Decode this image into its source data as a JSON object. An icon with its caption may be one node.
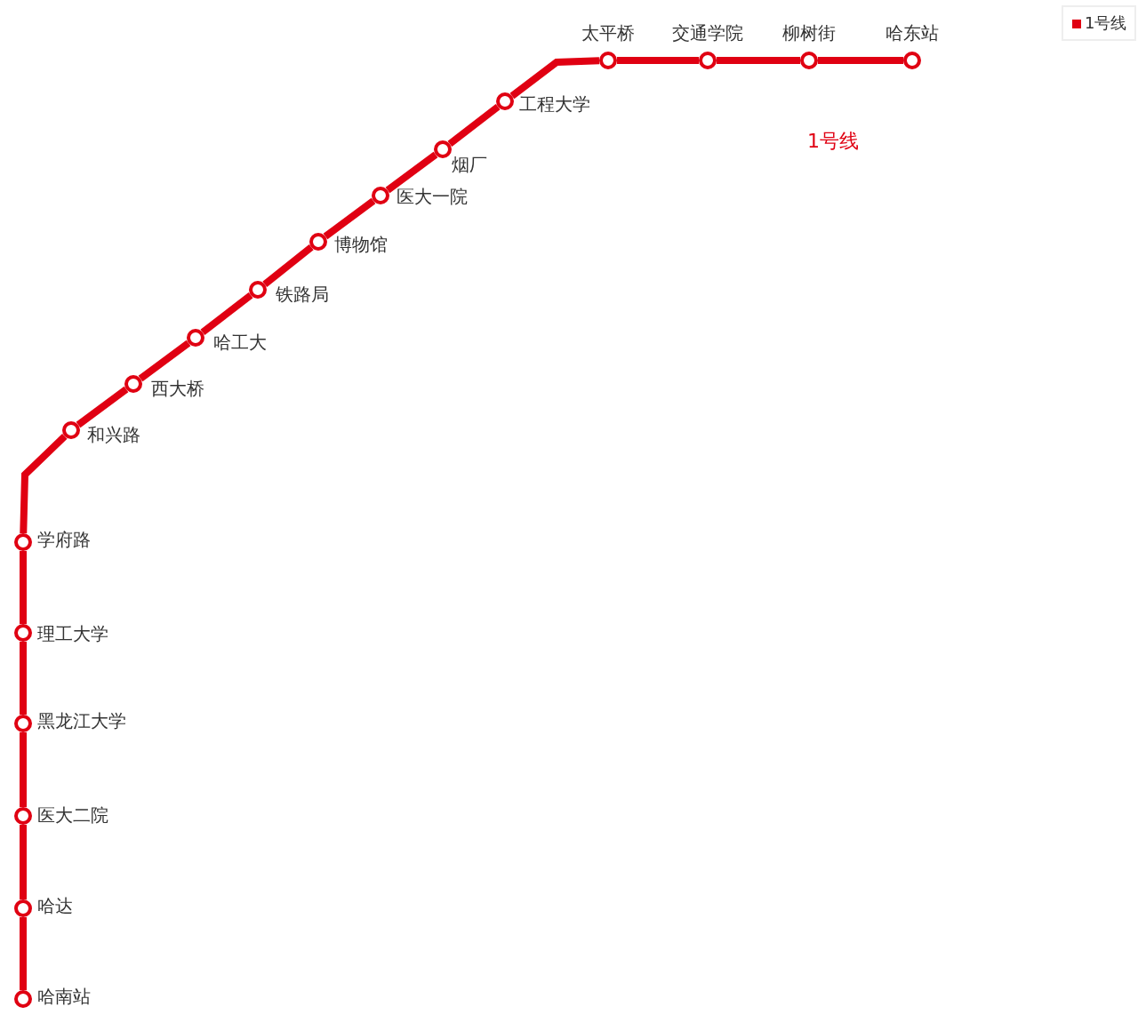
{
  "diagram": {
    "nodes": [
      {
        "text": [
          "太平桥"
        ]
      },
      {
        "text": [
          "交通学院"
        ]
      },
      {
        "text": [
          "柳树街"
        ]
      },
      {
        "text": [
          "哈东站"
        ]
      },
      {
        "text": [
          "工程大学"
        ]
      },
      {
        "text": [
          "烟厂"
        ]
      },
      {
        "text": [
          "医大一院"
        ]
      },
      {
        "text": [
          "博物馆"
        ]
      },
      {
        "text": [
          "铁路局"
        ]
      },
      {
        "text": [
          "哈工大"
        ]
      },
      {
        "text": [
          "西大桥"
        ]
      },
      {
        "text": [
          "和兴路"
        ]
      },
      {
        "text": [
          "学府路"
        ]
      },
      {
        "text": [
          "理工大学"
        ]
      },
      {
        "text": [
          "黑龙江大学"
        ]
      },
      {
        "text": [
          "医大二院"
        ]
      },
      {
        "text": [
          "哈达"
        ]
      },
      {
        "text": [
          "哈南站"
        ]
      }
    ],
    "edges": [
      {
        "from": 0,
        "to": 1,
        "arrow": "none"
      },
      {
        "from": 1,
        "to": 2,
        "arrow": "none"
      },
      {
        "from": 2,
        "to": 3,
        "arrow": "none"
      },
      {
        "from": 4,
        "to": 0,
        "arrow": "none"
      },
      {
        "from": 5,
        "to": 4,
        "arrow": "none"
      },
      {
        "from": 6,
        "to": 5,
        "arrow": "none"
      },
      {
        "from": 7,
        "to": 6,
        "arrow": "none"
      },
      {
        "from": 8,
        "to": 7,
        "arrow": "none"
      },
      {
        "from": 9,
        "to": 8,
        "arrow": "none"
      },
      {
        "from": 10,
        "to": 9,
        "arrow": "none"
      },
      {
        "from": 11,
        "to": 10,
        "arrow": "none"
      },
      {
        "from": 12,
        "to": 11,
        "arrow": "none"
      },
      {
        "from": 13,
        "to": 12,
        "arrow": "none"
      },
      {
        "from": 14,
        "to": 13,
        "arrow": "none"
      },
      {
        "from": 15,
        "to": 14,
        "arrow": "none"
      },
      {
        "from": 16,
        "to": 15,
        "arrow": "none"
      },
      {
        "from": 17,
        "to": 16,
        "arrow": "none"
      }
    ],
    "labels": [
      "1号线"
    ],
    "legend": [
      {
        "text": "1号线",
        "color": "#e00012"
      }
    ]
  }
}
